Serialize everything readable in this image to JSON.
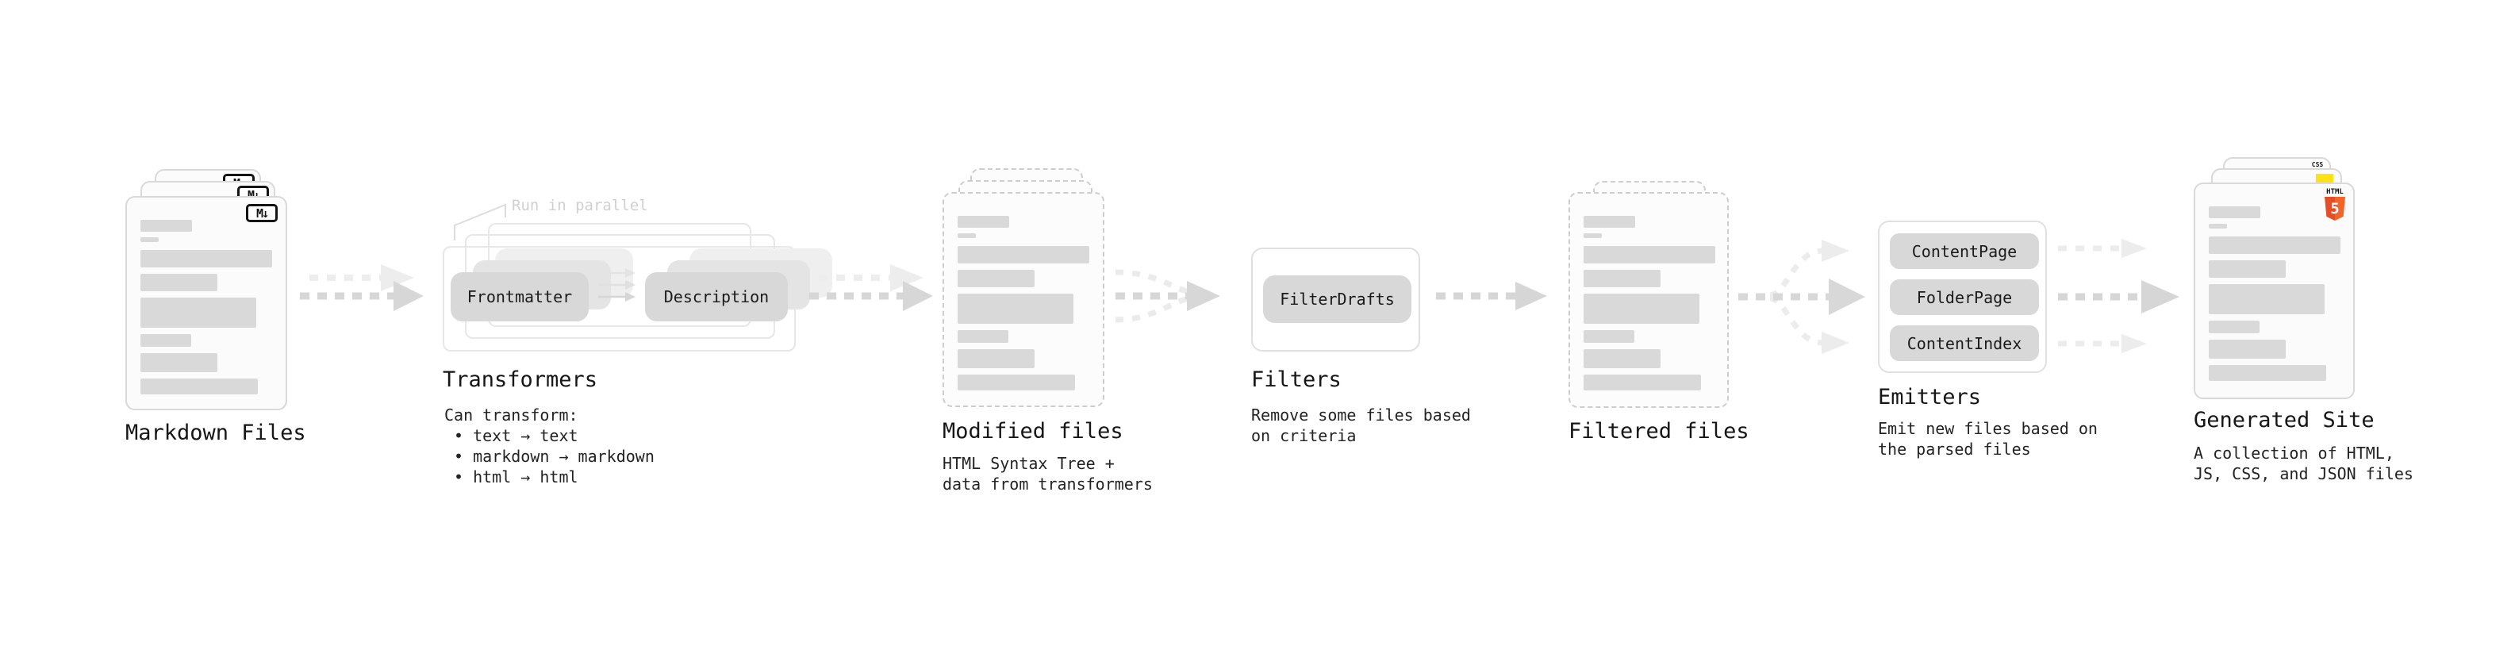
{
  "stages": {
    "markdown_files": {
      "label": "Markdown Files"
    },
    "transformers": {
      "label": "Transformers",
      "annotation": "Run in parallel",
      "transformer_from": "Frontmatter",
      "transformer_to": "Description",
      "desc_intro": "Can transform:",
      "bullets": [
        "• text → text",
        "• markdown → markdown",
        "• html → html"
      ]
    },
    "modified_files": {
      "label": "Modified files",
      "desc": [
        "HTML Syntax Tree +",
        "data from transformers"
      ]
    },
    "filters": {
      "label": "Filters",
      "filter_name": "FilterDrafts",
      "desc": [
        "Remove some files based",
        "on criteria"
      ]
    },
    "filtered_files": {
      "label": "Filtered files"
    },
    "emitters": {
      "label": "Emitters",
      "emitter_names": [
        "ContentPage",
        "FolderPage",
        "ContentIndex"
      ],
      "desc": [
        "Emit new files based on",
        "the parsed files"
      ]
    },
    "generated_site": {
      "label": "Generated Site",
      "desc": [
        "A collection of HTML,",
        "JS, CSS, and JSON files"
      ]
    }
  },
  "icons": {
    "markdown_badge": "M↓",
    "html5_text": "HTML",
    "html5_digit": "5",
    "css_text": "CSS"
  },
  "colors": {
    "html5_orange": "#e44d26",
    "js_yellow": "#ffe114",
    "css_blue": "#2f6bec",
    "arrow_gray": "#d7d7d7",
    "arrow_ghost": "#ececec"
  }
}
